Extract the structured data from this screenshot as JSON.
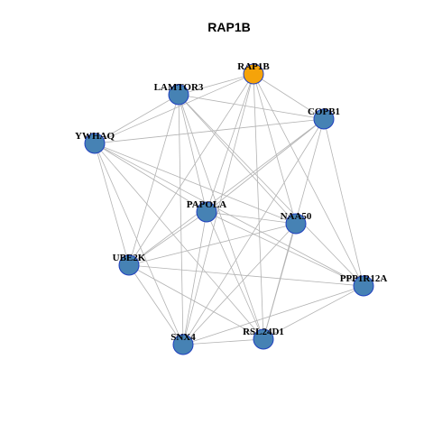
{
  "title": "RAP1B",
  "colors": {
    "highlight_node": "#f5a30a",
    "default_node": "#4682b4",
    "node_border": "#1f3fbf",
    "edge": "#b3b3b3"
  },
  "nodes": [
    {
      "id": "RAP1B",
      "label": "RAP1B",
      "highlight": true
    },
    {
      "id": "LAMTOR3",
      "label": "LAMTOR3",
      "highlight": false
    },
    {
      "id": "COPB1",
      "label": "COPB1",
      "highlight": false
    },
    {
      "id": "YWHAQ",
      "label": "YWHAQ",
      "highlight": false
    },
    {
      "id": "PAPOLA",
      "label": "PAPOLA",
      "highlight": false
    },
    {
      "id": "NAA50",
      "label": "NAA50",
      "highlight": false
    },
    {
      "id": "UBE2K",
      "label": "UBE2K",
      "highlight": false
    },
    {
      "id": "PPP1R12A",
      "label": "PPP1R12A",
      "highlight": false
    },
    {
      "id": "SNX4",
      "label": "SNX4",
      "highlight": false
    },
    {
      "id": "RSL24D1",
      "label": "RSL24D1",
      "highlight": false
    }
  ],
  "edges": [
    [
      "RAP1B",
      "LAMTOR3"
    ],
    [
      "RAP1B",
      "COPB1"
    ],
    [
      "RAP1B",
      "YWHAQ"
    ],
    [
      "RAP1B",
      "PAPOLA"
    ],
    [
      "RAP1B",
      "NAA50"
    ],
    [
      "RAP1B",
      "UBE2K"
    ],
    [
      "RAP1B",
      "PPP1R12A"
    ],
    [
      "RAP1B",
      "SNX4"
    ],
    [
      "RAP1B",
      "RSL24D1"
    ],
    [
      "LAMTOR3",
      "COPB1"
    ],
    [
      "LAMTOR3",
      "YWHAQ"
    ],
    [
      "LAMTOR3",
      "PAPOLA"
    ],
    [
      "LAMTOR3",
      "NAA50"
    ],
    [
      "LAMTOR3",
      "UBE2K"
    ],
    [
      "LAMTOR3",
      "PPP1R12A"
    ],
    [
      "LAMTOR3",
      "SNX4"
    ],
    [
      "LAMTOR3",
      "RSL24D1"
    ],
    [
      "COPB1",
      "YWHAQ"
    ],
    [
      "COPB1",
      "PAPOLA"
    ],
    [
      "COPB1",
      "UBE2K"
    ],
    [
      "COPB1",
      "PPP1R12A"
    ],
    [
      "COPB1",
      "SNX4"
    ],
    [
      "COPB1",
      "RSL24D1"
    ],
    [
      "YWHAQ",
      "PAPOLA"
    ],
    [
      "YWHAQ",
      "NAA50"
    ],
    [
      "YWHAQ",
      "UBE2K"
    ],
    [
      "YWHAQ",
      "SNX4"
    ],
    [
      "YWHAQ",
      "RSL24D1"
    ],
    [
      "YWHAQ",
      "PPP1R12A"
    ],
    [
      "PAPOLA",
      "NAA50"
    ],
    [
      "PAPOLA",
      "UBE2K"
    ],
    [
      "PAPOLA",
      "SNX4"
    ],
    [
      "PAPOLA",
      "RSL24D1"
    ],
    [
      "PAPOLA",
      "PPP1R12A"
    ],
    [
      "NAA50",
      "UBE2K"
    ],
    [
      "NAA50",
      "SNX4"
    ],
    [
      "NAA50",
      "RSL24D1"
    ],
    [
      "UBE2K",
      "PPP1R12A"
    ],
    [
      "UBE2K",
      "SNX4"
    ],
    [
      "UBE2K",
      "RSL24D1"
    ],
    [
      "PPP1R12A",
      "SNX4"
    ],
    [
      "PPP1R12A",
      "RSL24D1"
    ],
    [
      "SNX4",
      "RSL24D1"
    ]
  ]
}
